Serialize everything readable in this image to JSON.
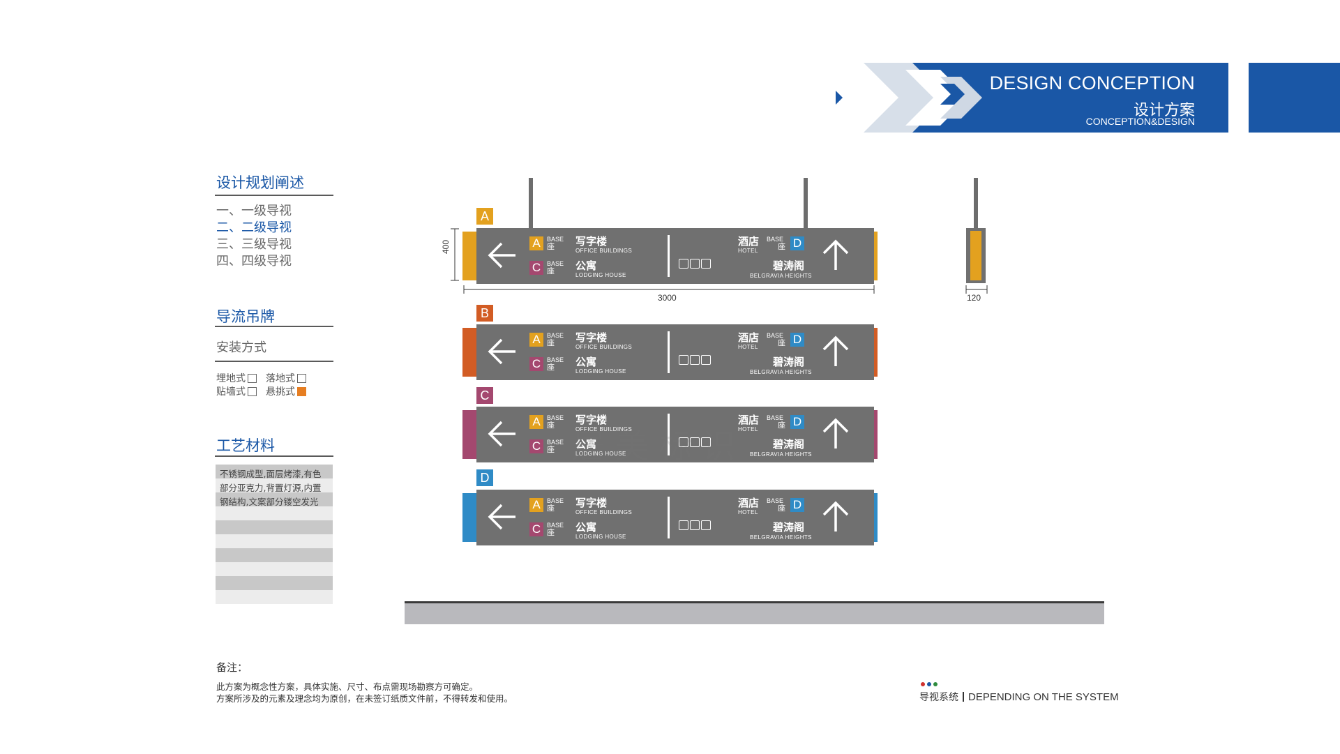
{
  "header": {
    "title_en": "DESIGN CONCEPTION",
    "title_zh": "设计方案",
    "subtitle_en": "CONCEPTION&DESIGN",
    "brand_color": "#1a57a6"
  },
  "sidebar": {
    "plan_title": "设计规划阐述",
    "levels": [
      "一、一级导视",
      "二、二级导视",
      "三、三级导视",
      "四、四级导视"
    ],
    "active_level": 1,
    "sign_type_title": "导流吊牌",
    "install_label": "安装方式",
    "install_options": [
      {
        "label": "埋地式",
        "checked": false
      },
      {
        "label": "落地式",
        "checked": false
      },
      {
        "label": "贴墙式",
        "checked": false
      },
      {
        "label": "悬挑式",
        "checked": true
      }
    ],
    "material_title": "工艺材料",
    "material_lines": [
      "不锈钢成型,面层烤漆,有色",
      "部分亚克力,背置灯源,内置",
      "钢结构,文案部分镂空发光"
    ]
  },
  "signs": {
    "variants": [
      {
        "tag": "A",
        "color": "#e3a11f"
      },
      {
        "tag": "B",
        "color": "#d25c24"
      },
      {
        "tag": "C",
        "color": "#a4486f"
      },
      {
        "tag": "D",
        "color": "#2f8bc6"
      }
    ],
    "left_block": {
      "row1": {
        "letter": "A",
        "letter_color": "#e3a11f",
        "base_en": "BASE",
        "base_zh": "座",
        "name_zh": "写字楼",
        "name_en": "OFFICE BUILDINGS"
      },
      "row2": {
        "letter": "C",
        "letter_color": "#a4486f",
        "base_en": "BASE",
        "base_zh": "座",
        "name_zh": "公寓",
        "name_en": "LODGING HOUSE"
      }
    },
    "right_block": {
      "row1": {
        "letter": "D",
        "letter_color": "#2f8bc6",
        "base_en": "BASE",
        "base_zh": "座",
        "name_zh": "酒店",
        "name_en": "HOTEL"
      },
      "row2": {
        "name_zh": "碧涛阁",
        "name_en": "BELGRAVIA HEIGHTS"
      }
    },
    "height_dim": "400",
    "width_dim": "3000",
    "depth_dim": "120"
  },
  "watermark": "居美标识",
  "notes": {
    "title": "备注：",
    "lines": [
      "此方案为概念性方案，具体实施、尺寸、布点需现场勘察方可确定。",
      "方案所涉及的元素及理念均为原创，在未签订纸质文件前，不得转发和使用。"
    ]
  },
  "footer": {
    "label_zh": "导视系统",
    "label_en": "DEPENDING ON THE SYSTEM",
    "dot_colors": [
      "#d0312d",
      "#1a57a6",
      "#2e8b3e"
    ]
  }
}
